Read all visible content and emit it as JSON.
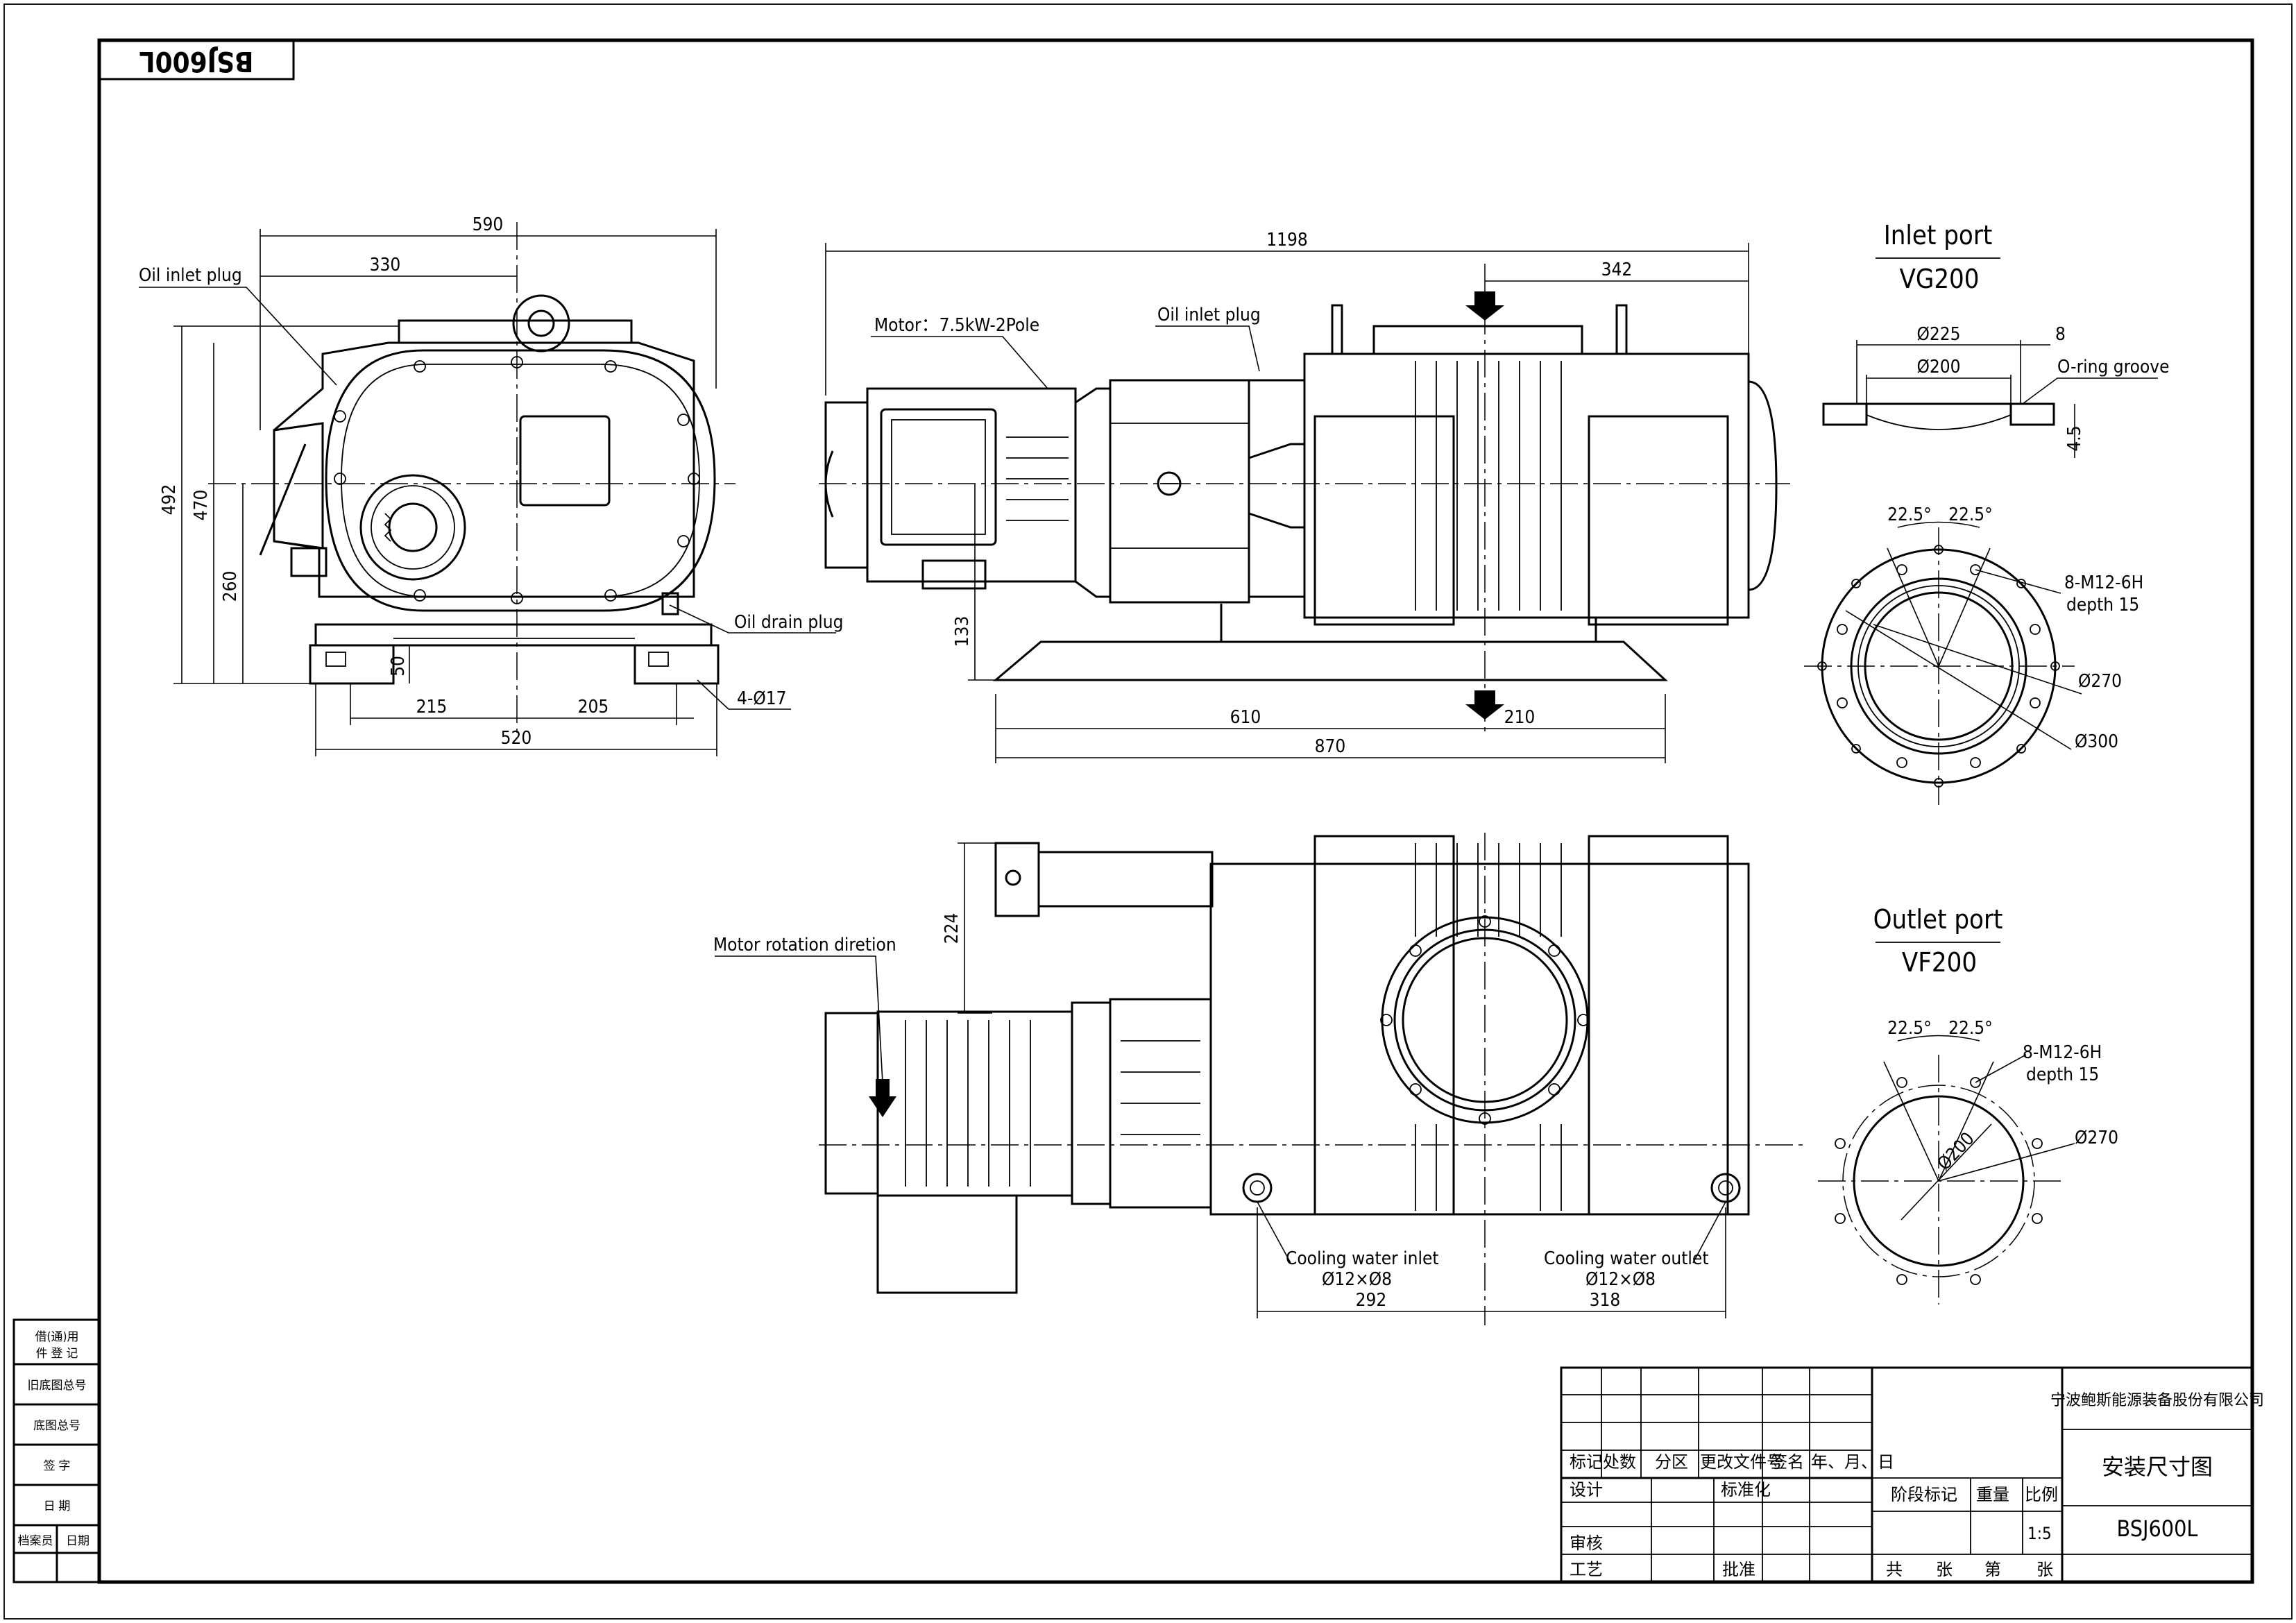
{
  "drawing": {
    "mirrored_code": "BSJ600L",
    "model": "BSJ600L",
    "company": "宁波鲍斯能源装备股份有限公司",
    "doc_title": "安装尺寸图",
    "scale_label": "比例",
    "scale": "1:5",
    "weight_label": "重量",
    "stage_label": "阶段标记"
  },
  "side_view": {
    "dims": {
      "d590": "590",
      "d330": "330",
      "d492": "492",
      "d470": "470",
      "d260": "260",
      "d50": "50",
      "d215": "215",
      "d205": "205",
      "d520": "520"
    },
    "labels": {
      "oil_inlet": "Oil inlet plug",
      "oil_drain": "Oil drain plug",
      "holes": "4-Ø17"
    }
  },
  "front_view": {
    "dims": {
      "d1198": "1198",
      "d342": "342",
      "d133": "133",
      "d610": "610",
      "d210": "210",
      "d870": "870"
    },
    "labels": {
      "motor": "Motor：7.5kW-2Pole",
      "oil_inlet": "Oil inlet plug"
    }
  },
  "top_view": {
    "dims": {
      "d224": "224",
      "d292": "292",
      "d318": "318"
    },
    "labels": {
      "rotation": "Motor rotation diretion",
      "cw_in": "Cooling water inlet",
      "cw_in_size": "Ø12×Ø8",
      "cw_out": "Cooling water outlet",
      "cw_out_size": "Ø12×Ø8"
    }
  },
  "inlet_port": {
    "title": "Inlet port",
    "std": "VG200",
    "d225": "Ø225",
    "d8": "8",
    "d200": "Ø200",
    "oring": "O-ring groove",
    "d45": "4.5",
    "ang1": "22.5°",
    "ang2": "22.5°",
    "thread": "8-M12-6H",
    "depth": "depth 15",
    "d270": "Ø270",
    "d300": "Ø300"
  },
  "outlet_port": {
    "title": "Outlet port",
    "std": "VF200",
    "ang1": "22.5°",
    "ang2": "22.5°",
    "thread": "8-M12-6H",
    "depth": "depth 15",
    "d200": "Ø200",
    "d270": "Ø270"
  },
  "title_block": {
    "h_mark": "标记",
    "h_count": "处数",
    "h_zone": "分区",
    "h_doc": "更改文件号",
    "h_sign": "签名",
    "h_date": "年、月、日",
    "design": "设计",
    "standard": "标准化",
    "review": "审核",
    "process": "工艺",
    "approve": "批准",
    "total": "共",
    "sheets": "张",
    "no": "第",
    "sheet": "张"
  },
  "side_strip": {
    "r1a": "借(通)用",
    "r1b": "件 登 记",
    "r2": "旧底图总号",
    "r3": "底图总号",
    "r4": "签  字",
    "r5": "日  期",
    "r6a": "档案员",
    "r6b": "日期"
  }
}
